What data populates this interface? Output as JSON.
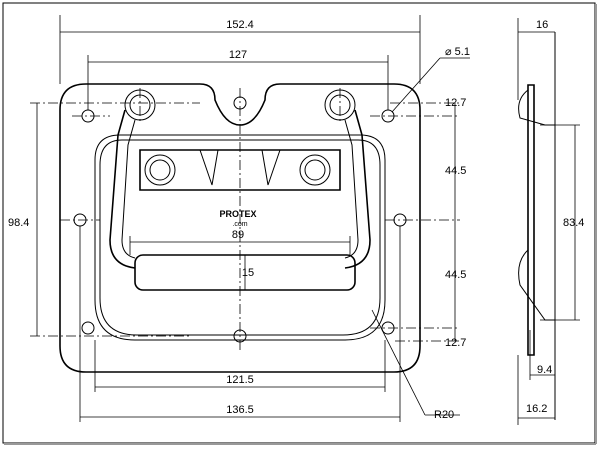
{
  "drawing": {
    "logo_text": "PROTEX",
    "logo_sub": ".com",
    "dimensions": {
      "overall_width": "152.4",
      "hole_span_top": "127",
      "hole_diameter": "⌀ 5.1",
      "top_offset": "12.7",
      "mid_upper": "44.5",
      "mid_lower": "44.5",
      "bottom_offset": "12.7",
      "overall_height": "98.4",
      "grip_width": "89",
      "grip_height": "15",
      "recess_width": "121.5",
      "bottom_span": "136.5",
      "corner_radius": "R20",
      "side_depth": "16",
      "side_height": "83.4",
      "side_flange": "9.4",
      "side_total": "16.2"
    }
  }
}
